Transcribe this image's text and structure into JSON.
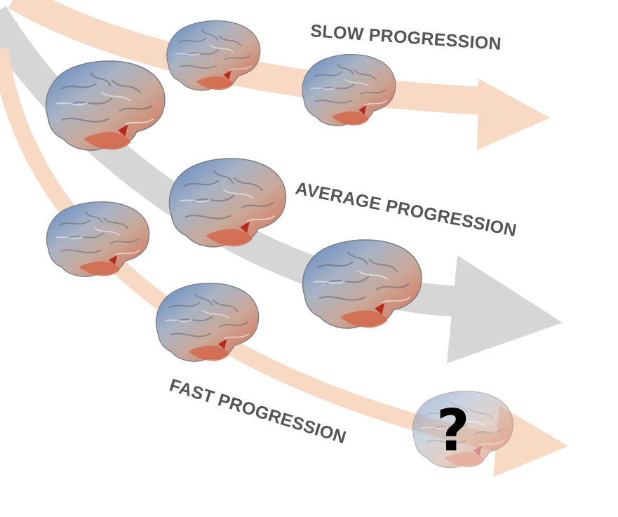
{
  "labels": {
    "slow": "SLOW PROGRESSION",
    "average": "AVERAGE PROGRESSION",
    "fast": "FAST PROGRESSION",
    "unknown": "?"
  },
  "colors": {
    "slow_arrow": "#f8d9c3",
    "average_arrow": "#d6d6d6",
    "fast_arrow": "#f8d9c3",
    "label_text": "#555555",
    "brain_blue": "#5b86c2",
    "brain_red": "#d9694a",
    "brain_neutral": "#c9c9cc"
  },
  "icons": {
    "brain": "brain-icon",
    "arrow": "arrow-icon",
    "question": "question-mark-icon"
  }
}
